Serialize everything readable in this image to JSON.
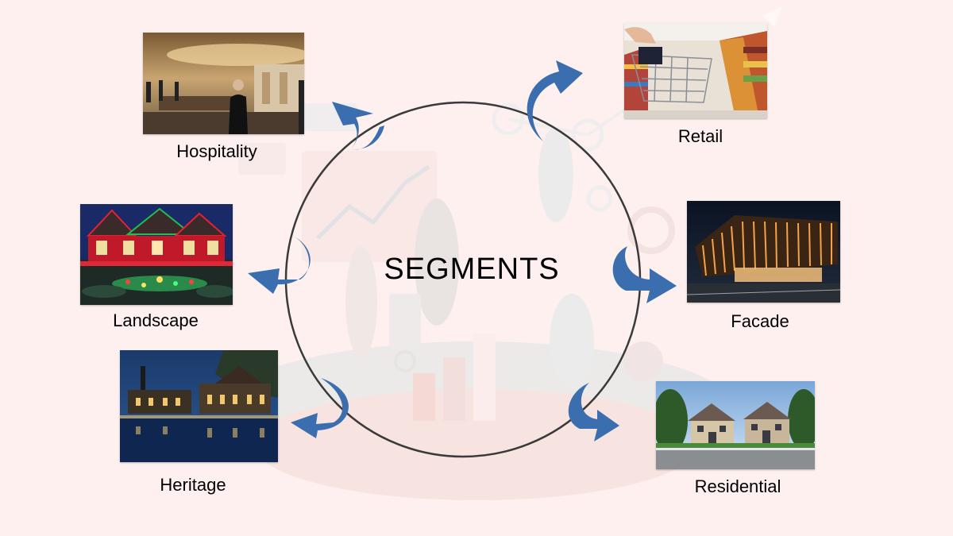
{
  "diagram": {
    "center_label": "SEGMENTS",
    "accent_color": "#3a6eae",
    "ring_color": "#3a3a3a",
    "background_color": "#fdf0ee",
    "segments": [
      {
        "label": "Hospitality",
        "photo": "hotel-lobby-photo"
      },
      {
        "label": "Retail",
        "photo": "supermarket-cart-photo"
      },
      {
        "label": "Landscape",
        "photo": "house-holiday-lights-photo"
      },
      {
        "label": "Facade",
        "photo": "building-facade-night-photo"
      },
      {
        "label": "Heritage",
        "photo": "heritage-building-reflection-photo"
      },
      {
        "label": "Residential",
        "photo": "suburban-homes-photo"
      }
    ]
  }
}
